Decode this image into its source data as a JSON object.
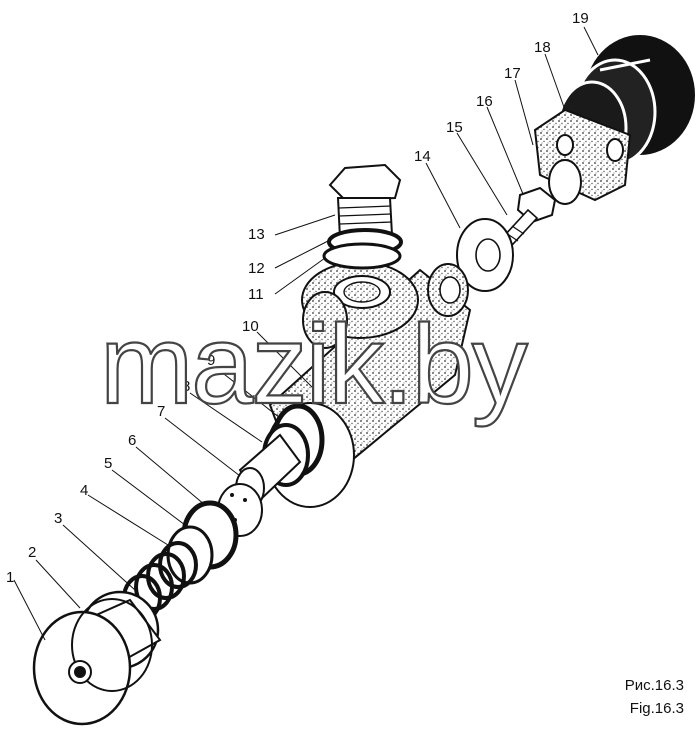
{
  "callouts": [
    "1",
    "2",
    "3",
    "4",
    "5",
    "6",
    "7",
    "8",
    "9",
    "10",
    "11",
    "12",
    "13",
    "14",
    "15",
    "16",
    "17",
    "18",
    "19"
  ],
  "watermark": "mazik.by",
  "caption": {
    "ru": "Рис.16.3",
    "en": "Fig.16.3"
  }
}
